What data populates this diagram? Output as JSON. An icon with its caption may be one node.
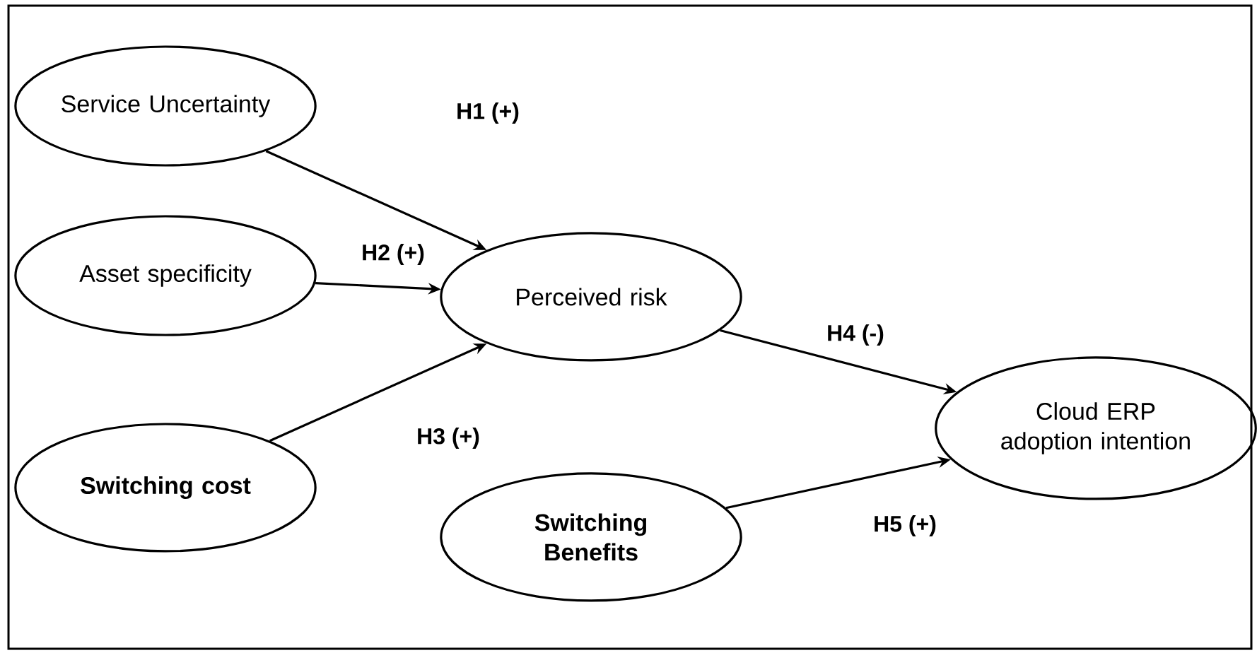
{
  "diagram": {
    "nodes": [
      {
        "text": [
          "Service Uncertainty"
        ]
      },
      {
        "text": [
          "Asset specificity"
        ]
      },
      {
        "text": [
          "Switching cost"
        ]
      },
      {
        "text": [
          "Perceived risk"
        ]
      },
      {
        "text": [
          "Switching Benefits"
        ]
      },
      {
        "text": [
          "Cloud ERP adoption intention"
        ]
      }
    ],
    "edges": [
      {
        "from": 0,
        "to": 3,
        "arrow": "to",
        "label": "H1 (+)"
      },
      {
        "from": 1,
        "to": 3,
        "arrow": "to",
        "label": "H2 (+)"
      },
      {
        "from": 2,
        "to": 3,
        "arrow": "to",
        "label": "H3 (+)"
      },
      {
        "from": 3,
        "to": 5,
        "arrow": "to",
        "label": "H4 (-)"
      },
      {
        "from": 4,
        "to": 5,
        "arrow": "to",
        "label": "H5 (+)"
      }
    ]
  }
}
